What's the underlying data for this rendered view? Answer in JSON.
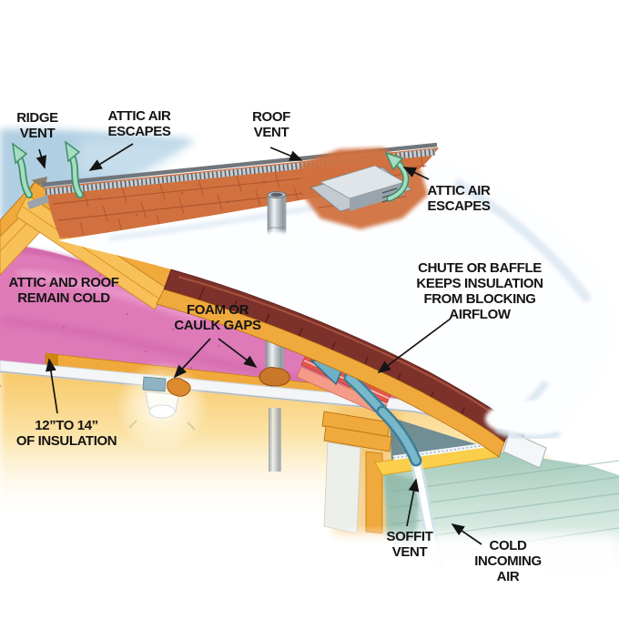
{
  "labels": {
    "ridge_vent": {
      "lines": [
        "RIDGE",
        "VENT"
      ]
    },
    "attic_air_escapes_left": {
      "lines": [
        "ATTIC AIR",
        "ESCAPES"
      ]
    },
    "roof_vent": {
      "lines": [
        "ROOF",
        "VENT"
      ]
    },
    "attic_air_escapes_right": {
      "lines": [
        "ATTIC AIR",
        "ESCAPES"
      ]
    },
    "chute_or_baffle": {
      "lines": [
        "CHUTE OR BAFFLE",
        "KEEPS INSULATION",
        "FROM BLOCKING",
        "AIRFLOW"
      ]
    },
    "attic_and_roof_remain_cold": {
      "lines": [
        "ATTIC AND ROOF",
        "REMAIN COLD"
      ]
    },
    "foam_or_caulk_gaps": {
      "lines": [
        "FOAM OR",
        "CAULK GAPS"
      ]
    },
    "insulation_depth": {
      "lines": [
        "12”TO 14”",
        "OF INSULATION"
      ]
    },
    "soffit_vent": {
      "lines": [
        "SOFFIT",
        "VENT"
      ]
    },
    "cold_incoming_air": {
      "lines": [
        "COLD",
        "INCOMING",
        "AIR"
      ]
    }
  },
  "colors": {
    "sky": "#a9cadf",
    "shingle_orange": "#d0713f",
    "shingle_dark": "#7c312a",
    "wood": "#f0a93c",
    "wood_light": "#f7c058",
    "insulation_pink": "#df7ab8",
    "insulation_shadow": "#c2579e",
    "snow_shadow": "#ccdeec",
    "room_glow": "#f7c45f",
    "baffle_red": "#e3574a",
    "baffle_light": "#f59c88",
    "airflow_teal": "#5b9fb5",
    "escape_green": "#a5dcc2",
    "siding": "#9ec7b8",
    "label_text": "#141414"
  }
}
